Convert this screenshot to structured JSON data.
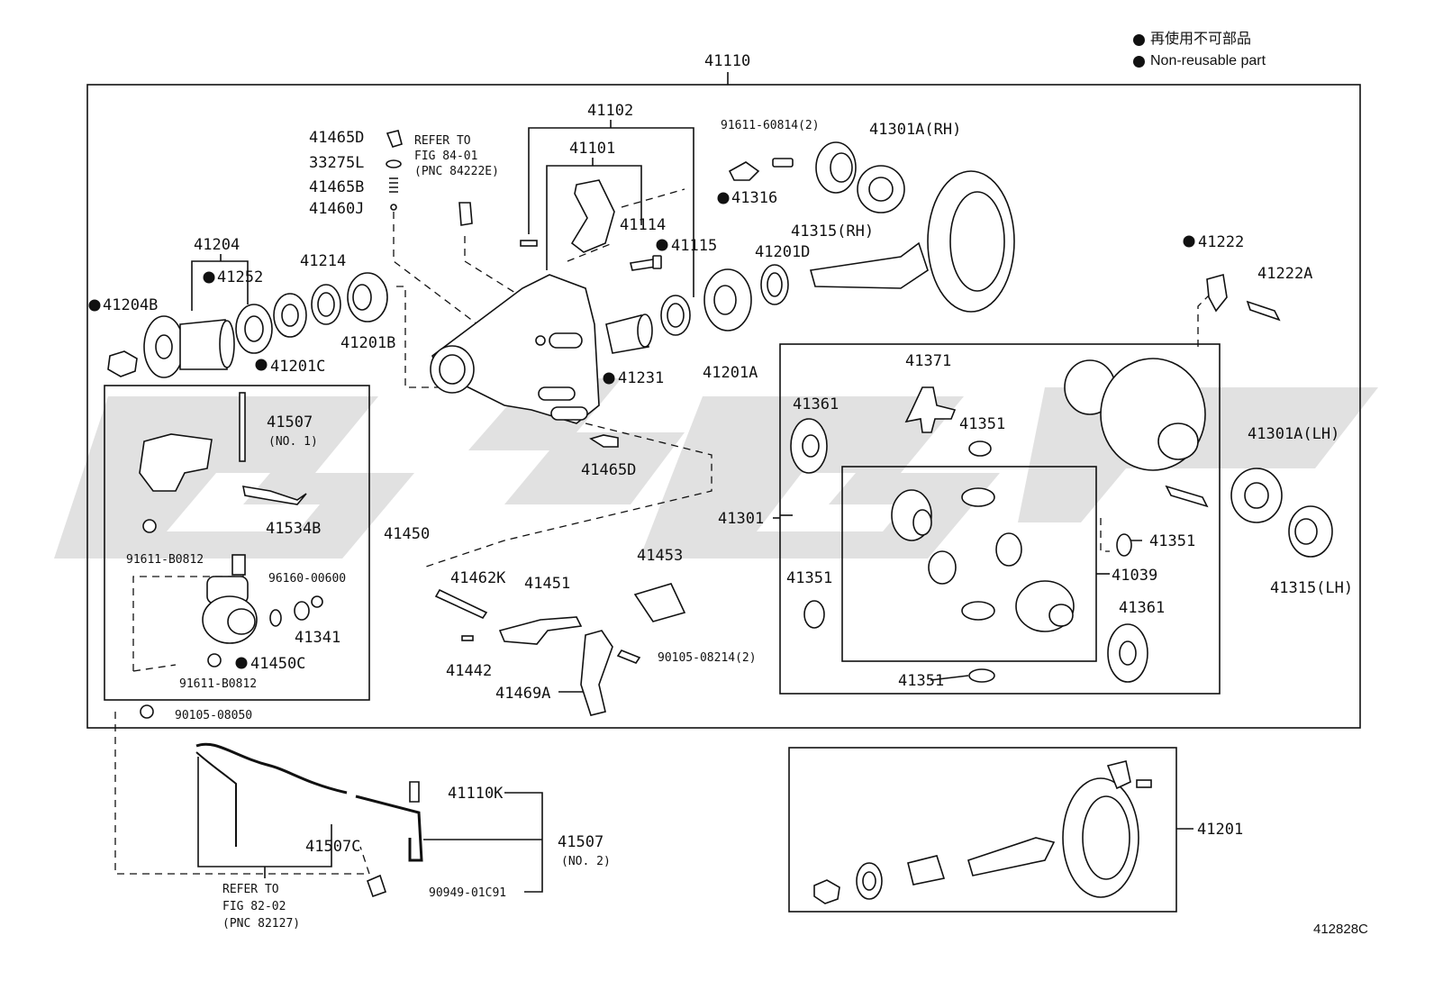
{
  "legend": {
    "jp": "再使用不可部品",
    "en": "Non-reusable part"
  },
  "diagram_code": "412828C",
  "labels": {
    "l41110": "41110",
    "l41102": "41102",
    "l41101": "41101",
    "l41465D_a": "41465D",
    "l33275L": "33275L",
    "l41465B": "41465B",
    "l41460J": "41460J",
    "refer1": "REFER TO\nFIG 84-01\n(PNC 84222E)",
    "l91611_60814": "91611-60814(2)",
    "l41301A_RH": "41301A(RH)",
    "l41316": "41316",
    "l41114": "41114",
    "l41115": "41115",
    "l41315_RH": "41315(RH)",
    "l41204": "41204",
    "l41252": "41252",
    "l41214": "41214",
    "l41204B": "41204B",
    "l41201B": "41201B",
    "l41201C": "41201C",
    "l41201D": "41201D",
    "l41201A": "41201A",
    "l41231": "41231",
    "l41222": "41222",
    "l41222A": "41222A",
    "l41371": "41371",
    "l41361_a": "41361",
    "l41351_a": "41351",
    "l41301A_LH": "41301A(LH)",
    "l41507_1": "41507",
    "l41507_1n": "(NO. 1)",
    "l41465D_b": "41465D",
    "l41534B": "41534B",
    "l91611_B0812_a": "91611-B0812",
    "l41450": "41450",
    "l96160": "96160-00600",
    "l41341": "41341",
    "l41450C": "41450C",
    "l91611_B0812_b": "91611-B0812",
    "l90105_08050": "90105-08050",
    "l41462K": "41462K",
    "l41451": "41451",
    "l41453": "41453",
    "l41442": "41442",
    "l41469A": "41469A",
    "l90105_08214": "90105-08214(2)",
    "l41301": "41301",
    "l41351_b": "41351",
    "l41351_c": "41351",
    "l41039": "41039",
    "l41361_b": "41361",
    "l41351_d": "41351",
    "l41315_LH": "41315(LH)",
    "l41110K": "41110K",
    "l41507_2": "41507",
    "l41507_2n": "(NO. 2)",
    "l41507C": "41507C",
    "l90949": "90949-01C91",
    "refer2": "REFER TO\nFIG 82-02\n(PNC 82127)",
    "l41201": "41201"
  }
}
